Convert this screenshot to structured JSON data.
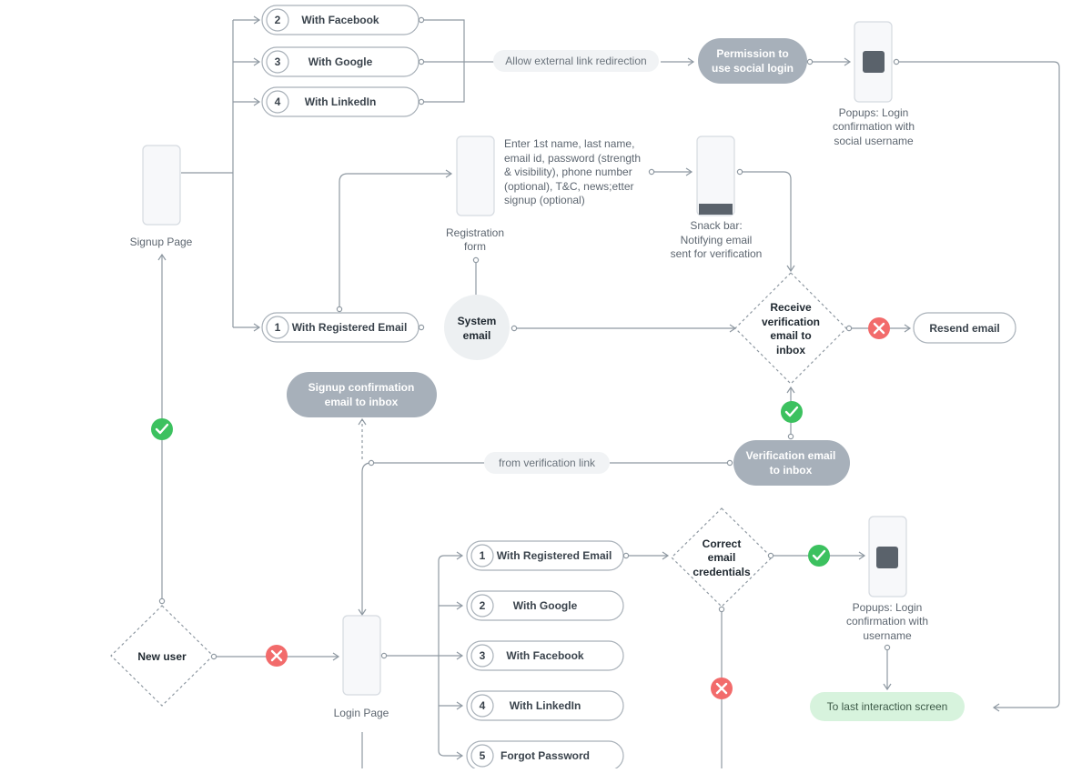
{
  "screens": {
    "signup_page": "Signup Page",
    "registration_form": [
      "Registration",
      "form"
    ],
    "login_page": "Login Page",
    "snack_bar": [
      "Snack bar:",
      "Notifying email",
      "sent for verification"
    ],
    "popup_social": [
      "Popups: Login",
      "confirmation with",
      "social username"
    ],
    "popup_login": [
      "Popups: Login",
      "confirmation with",
      "username"
    ]
  },
  "signup_options": [
    {
      "num": "2",
      "label": "With Facebook"
    },
    {
      "num": "3",
      "label": "With Google"
    },
    {
      "num": "4",
      "label": "With LinkedIn"
    },
    {
      "num": "1",
      "label": "With Registered Email"
    }
  ],
  "login_options": [
    {
      "num": "1",
      "label": "With Registered Email"
    },
    {
      "num": "2",
      "label": "With Google"
    },
    {
      "num": "3",
      "label": "With Facebook"
    },
    {
      "num": "4",
      "label": "With LinkedIn"
    },
    {
      "num": "5",
      "label": "Forgot Password"
    }
  ],
  "registration_fields": [
    "Enter 1st name, last name,",
    "email id, password (strength",
    "& visibility), phone number",
    "(optional), T&C, news;etter",
    "signup (optional)"
  ],
  "edge_labels": {
    "allow_external": "Allow external link redirection",
    "from_verification": "from verification link"
  },
  "pills": {
    "permission": [
      "Permission to",
      "use social login"
    ],
    "signup_confirmation": [
      "Signup confirmation",
      "email to inbox"
    ],
    "verification_email": [
      "Verification email",
      "to inbox"
    ]
  },
  "system_email": [
    "System",
    "email"
  ],
  "decisions": {
    "receive_verification": [
      "Receive",
      "verification",
      "email to",
      "inbox"
    ],
    "new_user": "New user",
    "correct_credentials": [
      "Correct",
      "email",
      "credentials"
    ]
  },
  "resend_email": "Resend email",
  "last_interaction": "To last interaction screen",
  "colors": {
    "success": "#3cc15f",
    "error": "#f26b6b",
    "pill": "#a7b0ba",
    "green_pill": "#d7f3dd",
    "line": "#8f99a2"
  }
}
